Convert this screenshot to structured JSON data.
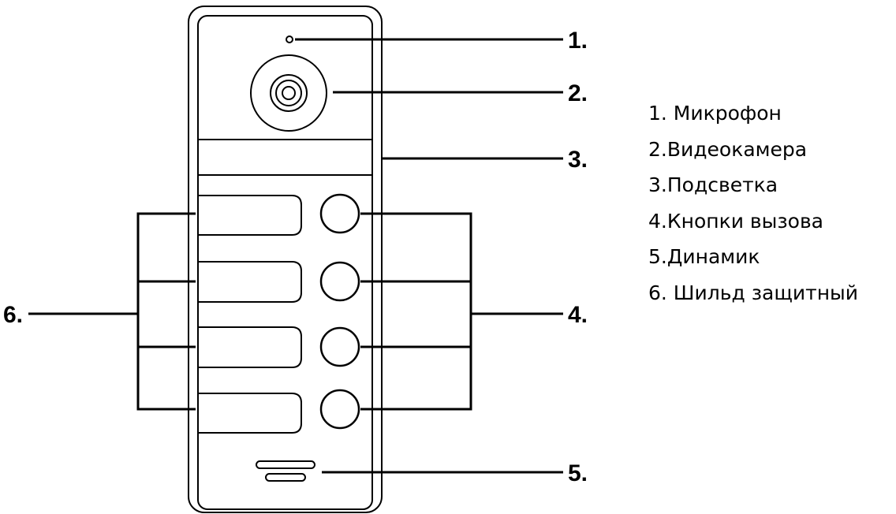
{
  "callouts": {
    "c1": "1.",
    "c2": "2.",
    "c3": "3.",
    "c4": "4.",
    "c5": "5.",
    "c6": "6."
  },
  "legend": {
    "items": [
      "1. Микрофон",
      "2.Видеокамера",
      "3.Подсветка",
      "4.Кнопки вызова",
      "5.Динамик",
      "6. Шильд защитный"
    ]
  },
  "colors": {
    "line": "#000000",
    "background": "#ffffff"
  }
}
